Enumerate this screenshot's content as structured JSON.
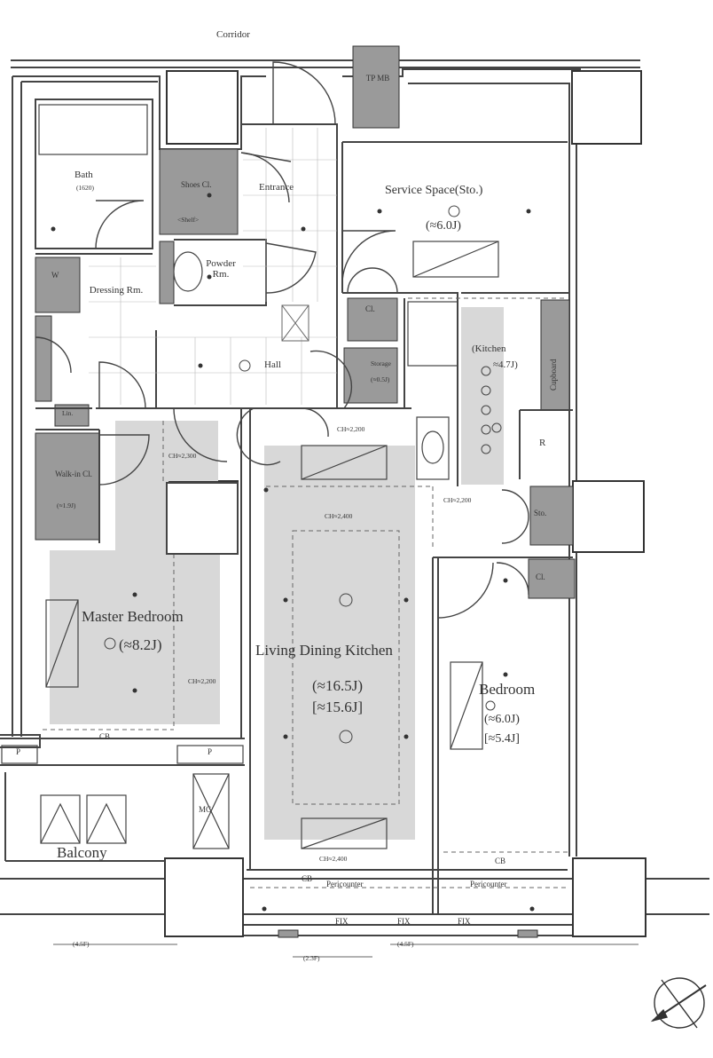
{
  "floor_plan": {
    "corridor": "Corridor",
    "entrance": "Entrance",
    "bath": "Bath",
    "bath_size": "(1620)",
    "shoes_closet": "Shoes Cl.",
    "shoes_shelf": "<Shelf>",
    "powder_room": "Powder Rm.",
    "dressing_room": "Dressing Rm.",
    "hall": "Hall",
    "storage": "Storage",
    "storage_area": "(≈0.5J)",
    "tp_mb": "TP MB",
    "service_space": "Service Space(Sto.)",
    "service_space_area": "(≈6.0J)",
    "closet": "Cl.",
    "kitchen": "(Kitchen",
    "kitchen_area": "≈4.7J)",
    "cupboard": "Cupboard",
    "refrigerator": "R",
    "walk_in_closet": "Walk-in Cl.",
    "walk_in_area": "(≈1.9J)",
    "linen": "Lin.",
    "washer": "W",
    "master_bedroom": "Master Bedroom",
    "master_bedroom_area": "(≈8.2J)",
    "ldk": "Living Dining Kitchen",
    "ldk_area": "(≈16.5J)",
    "ldk_area_alt": "[≈15.6J]",
    "bedroom": "Bedroom",
    "bedroom_area": "(≈6.0J)",
    "bedroom_area_alt": "[≈5.4J]",
    "sto": "Sto.",
    "ch_2300": "CH≈2,300",
    "ch_2200_a": "CH≈2,200",
    "ch_2200_b": "CH≈2,200",
    "ch_2200_c": "CH≈2,200",
    "ch_2400_a": "CH≈2,400",
    "ch_2400_b": "CH≈2,400",
    "cb": "CB",
    "p": "P",
    "balcony": "Balcony",
    "mc": "MC",
    "perimeter_counter": "Pericounter",
    "fix": "FIX",
    "dim_45_left": "(4.5F)",
    "dim_45_right": "(4.5F)",
    "dim_23": "(2.3F)"
  }
}
